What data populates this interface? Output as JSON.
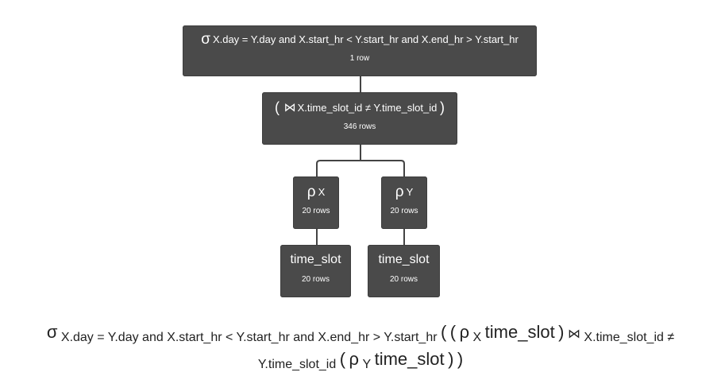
{
  "tree": {
    "select": {
      "operator": "σ",
      "condition": "X.day = Y.day and X.start_hr < Y.start_hr and X.end_hr > Y.start_hr",
      "rows": "1 row"
    },
    "join": {
      "open": "(",
      "operator": "⋈",
      "condition": "X.time_slot_id ≠ Y.time_slot_id",
      "close": ")",
      "rows": "346 rows"
    },
    "rename_x": {
      "operator": "ρ",
      "alias": "X",
      "rows": "20 rows"
    },
    "rename_y": {
      "operator": "ρ",
      "alias": "Y",
      "rows": "20 rows"
    },
    "relation_x": {
      "name": "time_slot",
      "rows": "20 rows"
    },
    "relation_y": {
      "name": "time_slot",
      "rows": "20 rows"
    }
  },
  "formula": {
    "sigma": "σ",
    "condition": "X.day = Y.day and X.start_hr < Y.start_hr and X.end_hr > Y.start_hr",
    "open_outer": "(",
    "open_inner": "(",
    "rho": "ρ",
    "alias_x": "X",
    "relation_x": "time_slot",
    "close_inner": ")",
    "join": "⋈",
    "join_condition": "X.time_slot_id ≠ Y.time_slot_id",
    "open_right": "(",
    "rho_y": "ρ",
    "alias_y": "Y",
    "relation_y": "time_slot",
    "close_right": ")",
    "close_outer": ")"
  }
}
